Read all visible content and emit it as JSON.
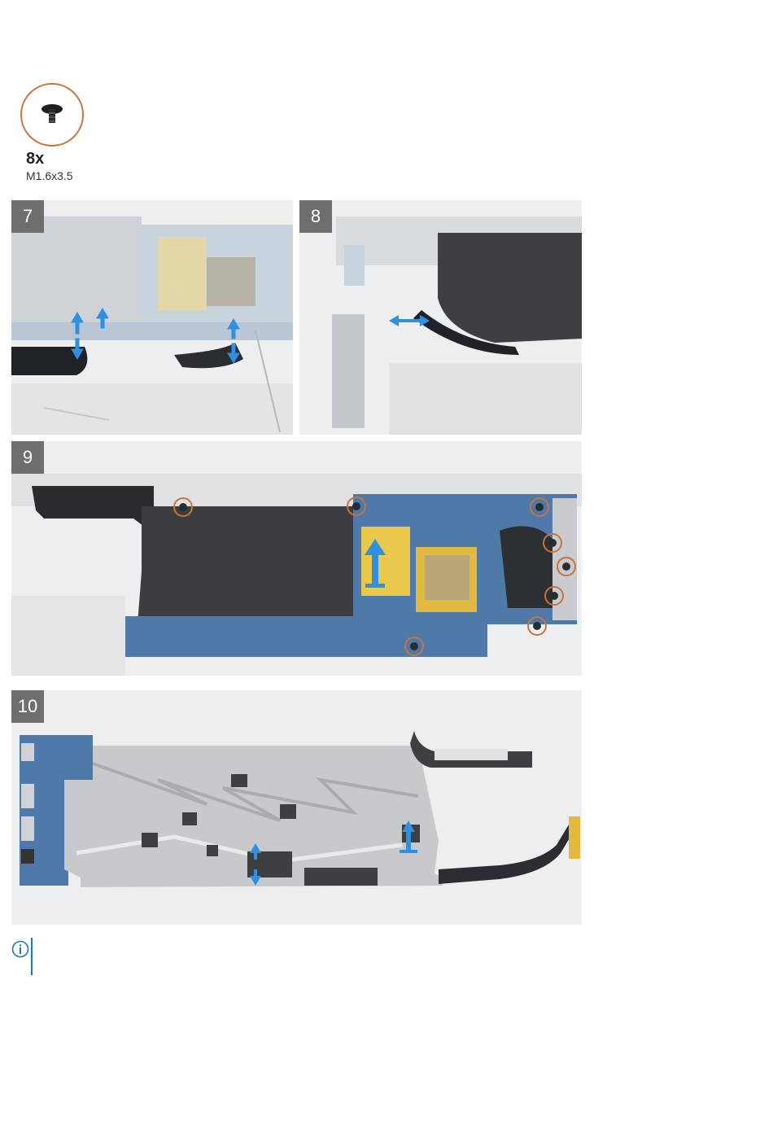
{
  "screw": {
    "quantity": "8x",
    "size": "M1.6x3.5",
    "icon": "screw-icon",
    "ring_color": "#c8743a"
  },
  "steps": [
    {
      "number": "7",
      "image": "cable-disconnect-illustration"
    },
    {
      "number": "8",
      "image": "cable-disconnect-illustration"
    },
    {
      "number": "9",
      "image": "system-board-screws-illustration"
    },
    {
      "number": "10",
      "image": "system-board-removal-illustration"
    }
  ],
  "note": {
    "icon": "info-icon",
    "color": "#1b74c8"
  },
  "colors": {
    "step_label_bg": "#6e6e6e",
    "arrow": "#2f8fe0",
    "board": "#4f79a8",
    "heat_shield": "#3d3f42"
  }
}
